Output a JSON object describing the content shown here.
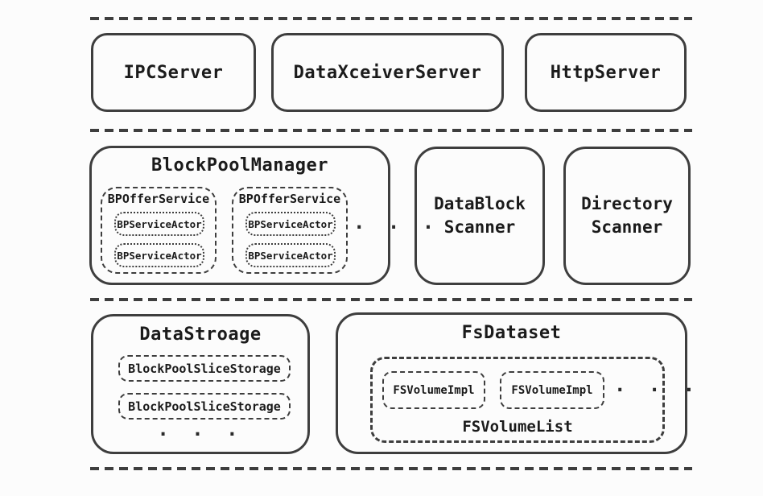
{
  "colors": {
    "line": "#3e3e3e",
    "text": "#1b1b1b",
    "background": "#fcfcfc"
  },
  "row1": {
    "ipcserver": "IPCServer",
    "dataxceiverserver": "DataXceiverServer",
    "httpserver": "HttpServer"
  },
  "row2": {
    "blockpoolmanager": {
      "title": "BlockPoolManager",
      "offerservices": [
        {
          "title": "BPOfferService",
          "actors": [
            "BPServiceActor",
            "BPServiceActor"
          ]
        },
        {
          "title": "BPOfferService",
          "actors": [
            "BPServiceActor",
            "BPServiceActor"
          ]
        }
      ],
      "ellipsis": "· · ·"
    },
    "datablock_scanner": {
      "line1": "DataBlock",
      "line2": "Scanner"
    },
    "directory_scanner": {
      "line1": "Directory",
      "line2": "Scanner"
    }
  },
  "row3": {
    "datastroage": {
      "title": "DataStroage",
      "slices": [
        "BlockPoolSliceStorage",
        "BlockPoolSliceStorage"
      ],
      "ellipsis": "· · ·"
    },
    "fsdataset": {
      "title": "FsDataset",
      "fsvolumelist": {
        "label": "FSVolumeList",
        "volumes": [
          "FSVolumeImpl",
          "FSVolumeImpl"
        ],
        "ellipsis": "· · ·"
      }
    }
  }
}
